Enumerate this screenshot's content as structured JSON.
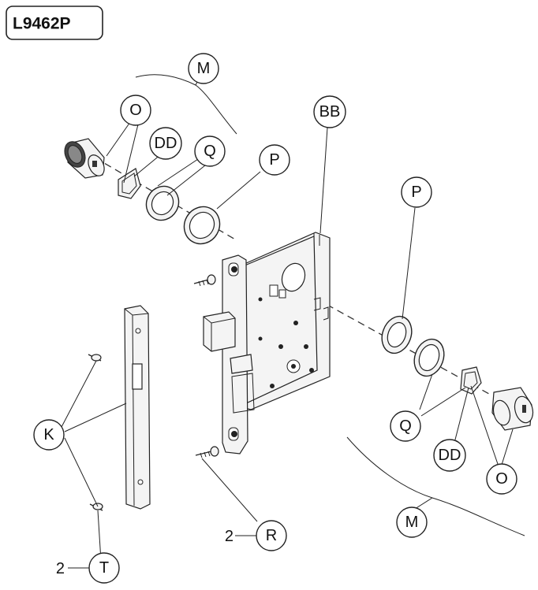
{
  "title": "L9462P",
  "callouts": {
    "M_top": "M",
    "O_left": "O",
    "DD_left": "DD",
    "Q_left": "Q",
    "P_left": "P",
    "BB": "BB",
    "P_right": "P",
    "Q_right": "Q",
    "DD_right": "DD",
    "O_right": "O",
    "M_bottom": "M",
    "K": "K",
    "R": "R",
    "T": "T"
  },
  "quantities": {
    "R": "2",
    "T": "2"
  }
}
